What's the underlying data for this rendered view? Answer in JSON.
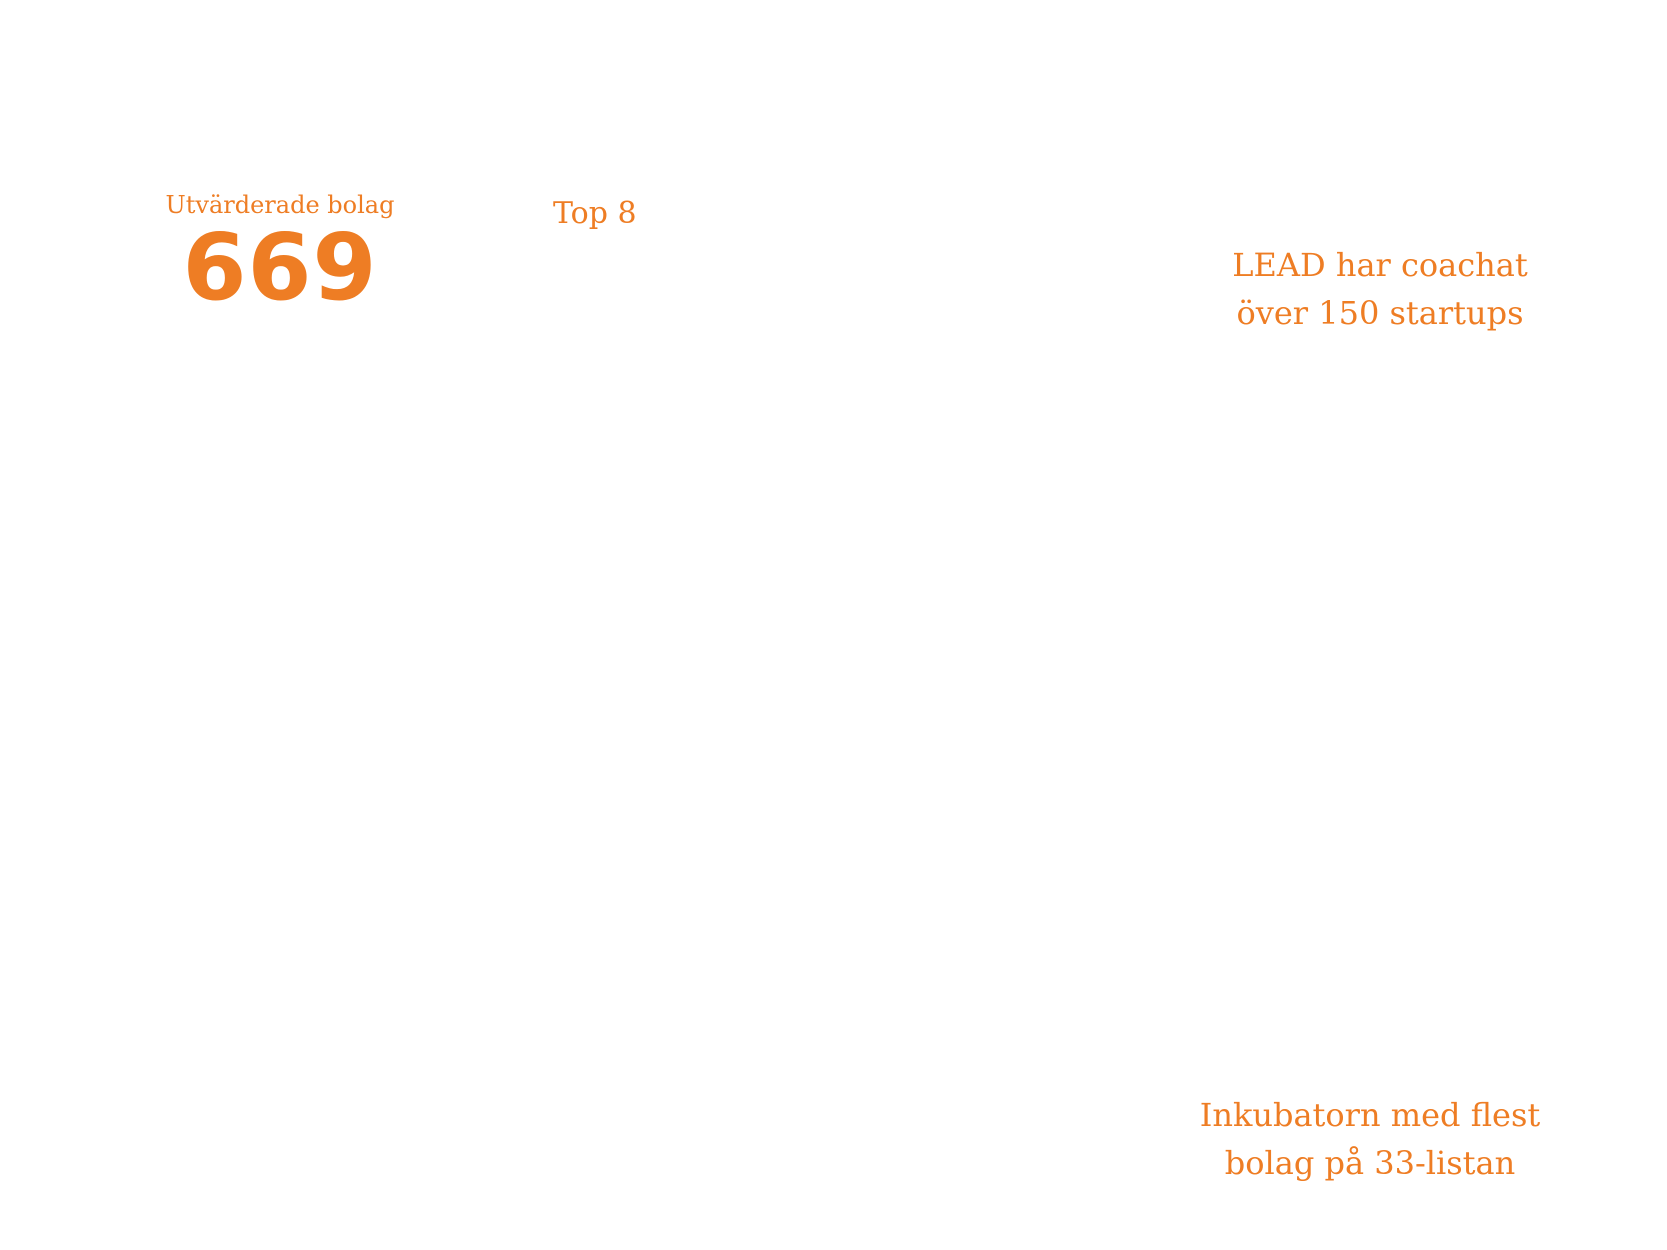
{
  "colors": {
    "accent": "#ee7d24",
    "background": "#ffffff"
  },
  "stat": {
    "label": "Utvärderade bolag",
    "value": "669"
  },
  "top": {
    "label": "Top 8"
  },
  "coach_note": {
    "line1": "LEAD har coachat",
    "line2": "över 150 startups"
  },
  "incubator_note": {
    "line1": "Inkubatorn med flest",
    "line2": "bolag på 33-listan"
  }
}
